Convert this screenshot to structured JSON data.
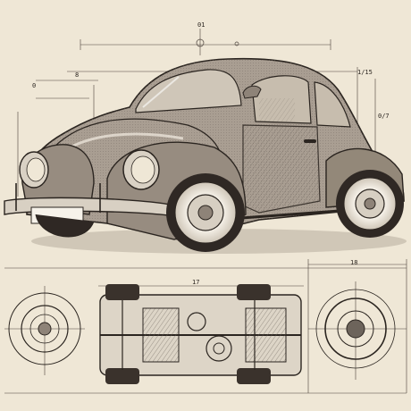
{
  "image": {
    "subject": "blueprint-style sketch of a classic beetle car with chassis and wheel detail views",
    "palette": {
      "paper": "#efe7d6",
      "ink": "#2b2520",
      "shade": "#8e8378",
      "glass": "#cfc6b8",
      "plate": "#f6f2ea"
    }
  },
  "dimension_labels": {
    "top_center": "01",
    "chassis_length": "17",
    "wheel_diameter": "18",
    "roof_right": "1/15",
    "side_right": "0/7",
    "left_small": "0",
    "left_top": "8"
  }
}
